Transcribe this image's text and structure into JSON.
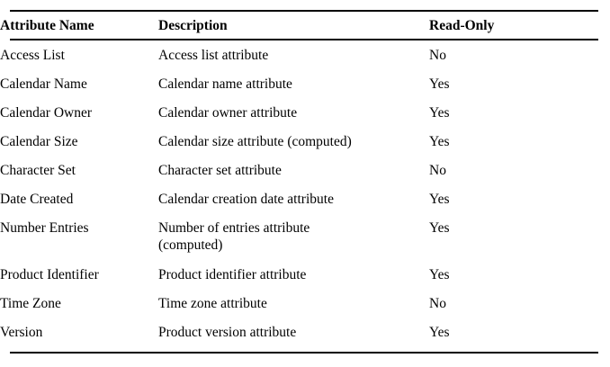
{
  "table": {
    "columns": [
      "Attribute Name",
      "Description",
      "Read-Only"
    ],
    "rows": [
      {
        "name": "Access List",
        "description": "Access list attribute",
        "description_line2": "",
        "read_only": "No"
      },
      {
        "name": "Calendar Name",
        "description": "Calendar name attribute",
        "description_line2": "",
        "read_only": "Yes"
      },
      {
        "name": "Calendar Owner",
        "description": "Calendar owner attribute",
        "description_line2": "",
        "read_only": "Yes"
      },
      {
        "name": "Calendar Size",
        "description": "Calendar size attribute (computed)",
        "description_line2": "",
        "read_only": "Yes"
      },
      {
        "name": "Character Set",
        "description": "Character set attribute",
        "description_line2": "",
        "read_only": "No"
      },
      {
        "name": "Date Created",
        "description": "Calendar creation date attribute",
        "description_line2": "",
        "read_only": "Yes"
      },
      {
        "name": "Number Entries",
        "description": "Number of entries attribute",
        "description_line2": "(computed)",
        "read_only": "Yes"
      },
      {
        "name": "Product Identifier",
        "description": "Product identifier attribute",
        "description_line2": "",
        "read_only": "Yes"
      },
      {
        "name": "Time Zone",
        "description": "Time zone attribute",
        "description_line2": "",
        "read_only": "No"
      },
      {
        "name": "Version",
        "description": "Product version attribute",
        "description_line2": "",
        "read_only": "Yes"
      }
    ]
  },
  "style": {
    "rule_color": "#000000",
    "text_color": "#000000",
    "background_color": "#ffffff"
  }
}
